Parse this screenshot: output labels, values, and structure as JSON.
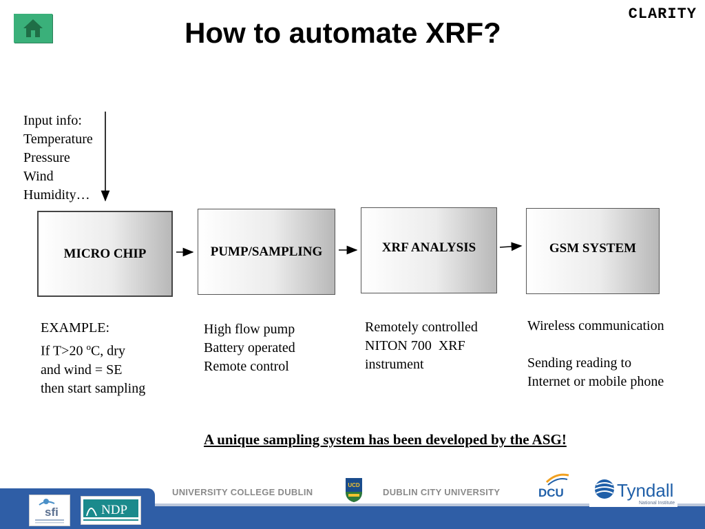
{
  "header": {
    "title": "How to automate XRF?",
    "brand": "CLARITY",
    "home_icon": "home-icon"
  },
  "inputs": {
    "lines": [
      "Input info:",
      "Temperature",
      "Pressure",
      "Wind",
      "Humidity…"
    ]
  },
  "boxes": [
    {
      "label": "MICRO CHIP"
    },
    {
      "label": "PUMP/SAMPLING"
    },
    {
      "label": "XRF ANALYSIS"
    },
    {
      "label": "GSM SYSTEM"
    }
  ],
  "descriptions": {
    "micro_chip": {
      "line1": "EXAMPLE:",
      "line2_prefix": "If T>20 ",
      "line2_sup": "o",
      "line2_suffix": "C, dry",
      "line3": "and wind = SE",
      "line4": "then start sampling"
    },
    "pump": [
      "High flow pump",
      "Battery operated",
      "Remote control"
    ],
    "xrf": [
      "Remotely controlled",
      "NITON 700  XRF",
      "instrument"
    ],
    "gsm": [
      "Wireless communication",
      "",
      "Sending reading to",
      "Internet or mobile phone"
    ]
  },
  "conclusion": "A unique sampling system has been developed by the ASG!",
  "footer": {
    "ucd": "UNIVERSITY COLLEGE DUBLIN",
    "dcu": "DUBLIN CITY UNIVERSITY",
    "logos": {
      "sfi": "sfi",
      "ndp": "NDP",
      "ucd_crest": "UCD",
      "dcu": "DCU",
      "tyndall": "Tyndall",
      "tyndall_sub": "National Institute"
    }
  },
  "colors": {
    "home_green": "#3ab07a",
    "footer_blue": "#2f5ea6",
    "ndp_teal": "#1a8a8c",
    "tyndall_blue": "#1f5fa8"
  }
}
